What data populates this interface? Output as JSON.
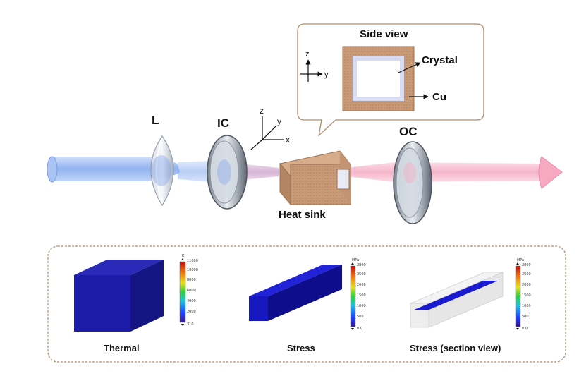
{
  "labels": {
    "lens": "L",
    "input_coupler": "IC",
    "output_coupler": "OC",
    "heat_sink": "Heat sink"
  },
  "axes_main": {
    "z": "z",
    "y": "y",
    "x": "x"
  },
  "side_view": {
    "title": "Side view",
    "axis_z": "z",
    "axis_y": "y",
    "crystal": "Crystal",
    "cu": "Cu"
  },
  "simulations": {
    "thermal": {
      "caption": "Thermal",
      "unit": "K",
      "scale_max": "11000",
      "scale_min": "310",
      "ticks": [
        "10000",
        "8000",
        "6000",
        "4000",
        "2000"
      ]
    },
    "stress": {
      "caption": "Stress",
      "unit": "MPa",
      "scale_max": "2800",
      "scale_min": "0.0",
      "ticks": [
        "2500",
        "2000",
        "1500",
        "1000",
        "500"
      ]
    },
    "stress_section": {
      "caption": "Stress (section view)",
      "unit": "MPa",
      "scale_max": "2800",
      "scale_min": "0.0",
      "ticks": [
        "2500",
        "2000",
        "1500",
        "1000",
        "500"
      ]
    }
  },
  "colors": {
    "pump_beam": "#8fb4f0",
    "laser_beam": "#f5a8c0",
    "copper": "#c89a78",
    "sim_blue": "#1a1ab8",
    "panel_border": "#b08a6a"
  }
}
